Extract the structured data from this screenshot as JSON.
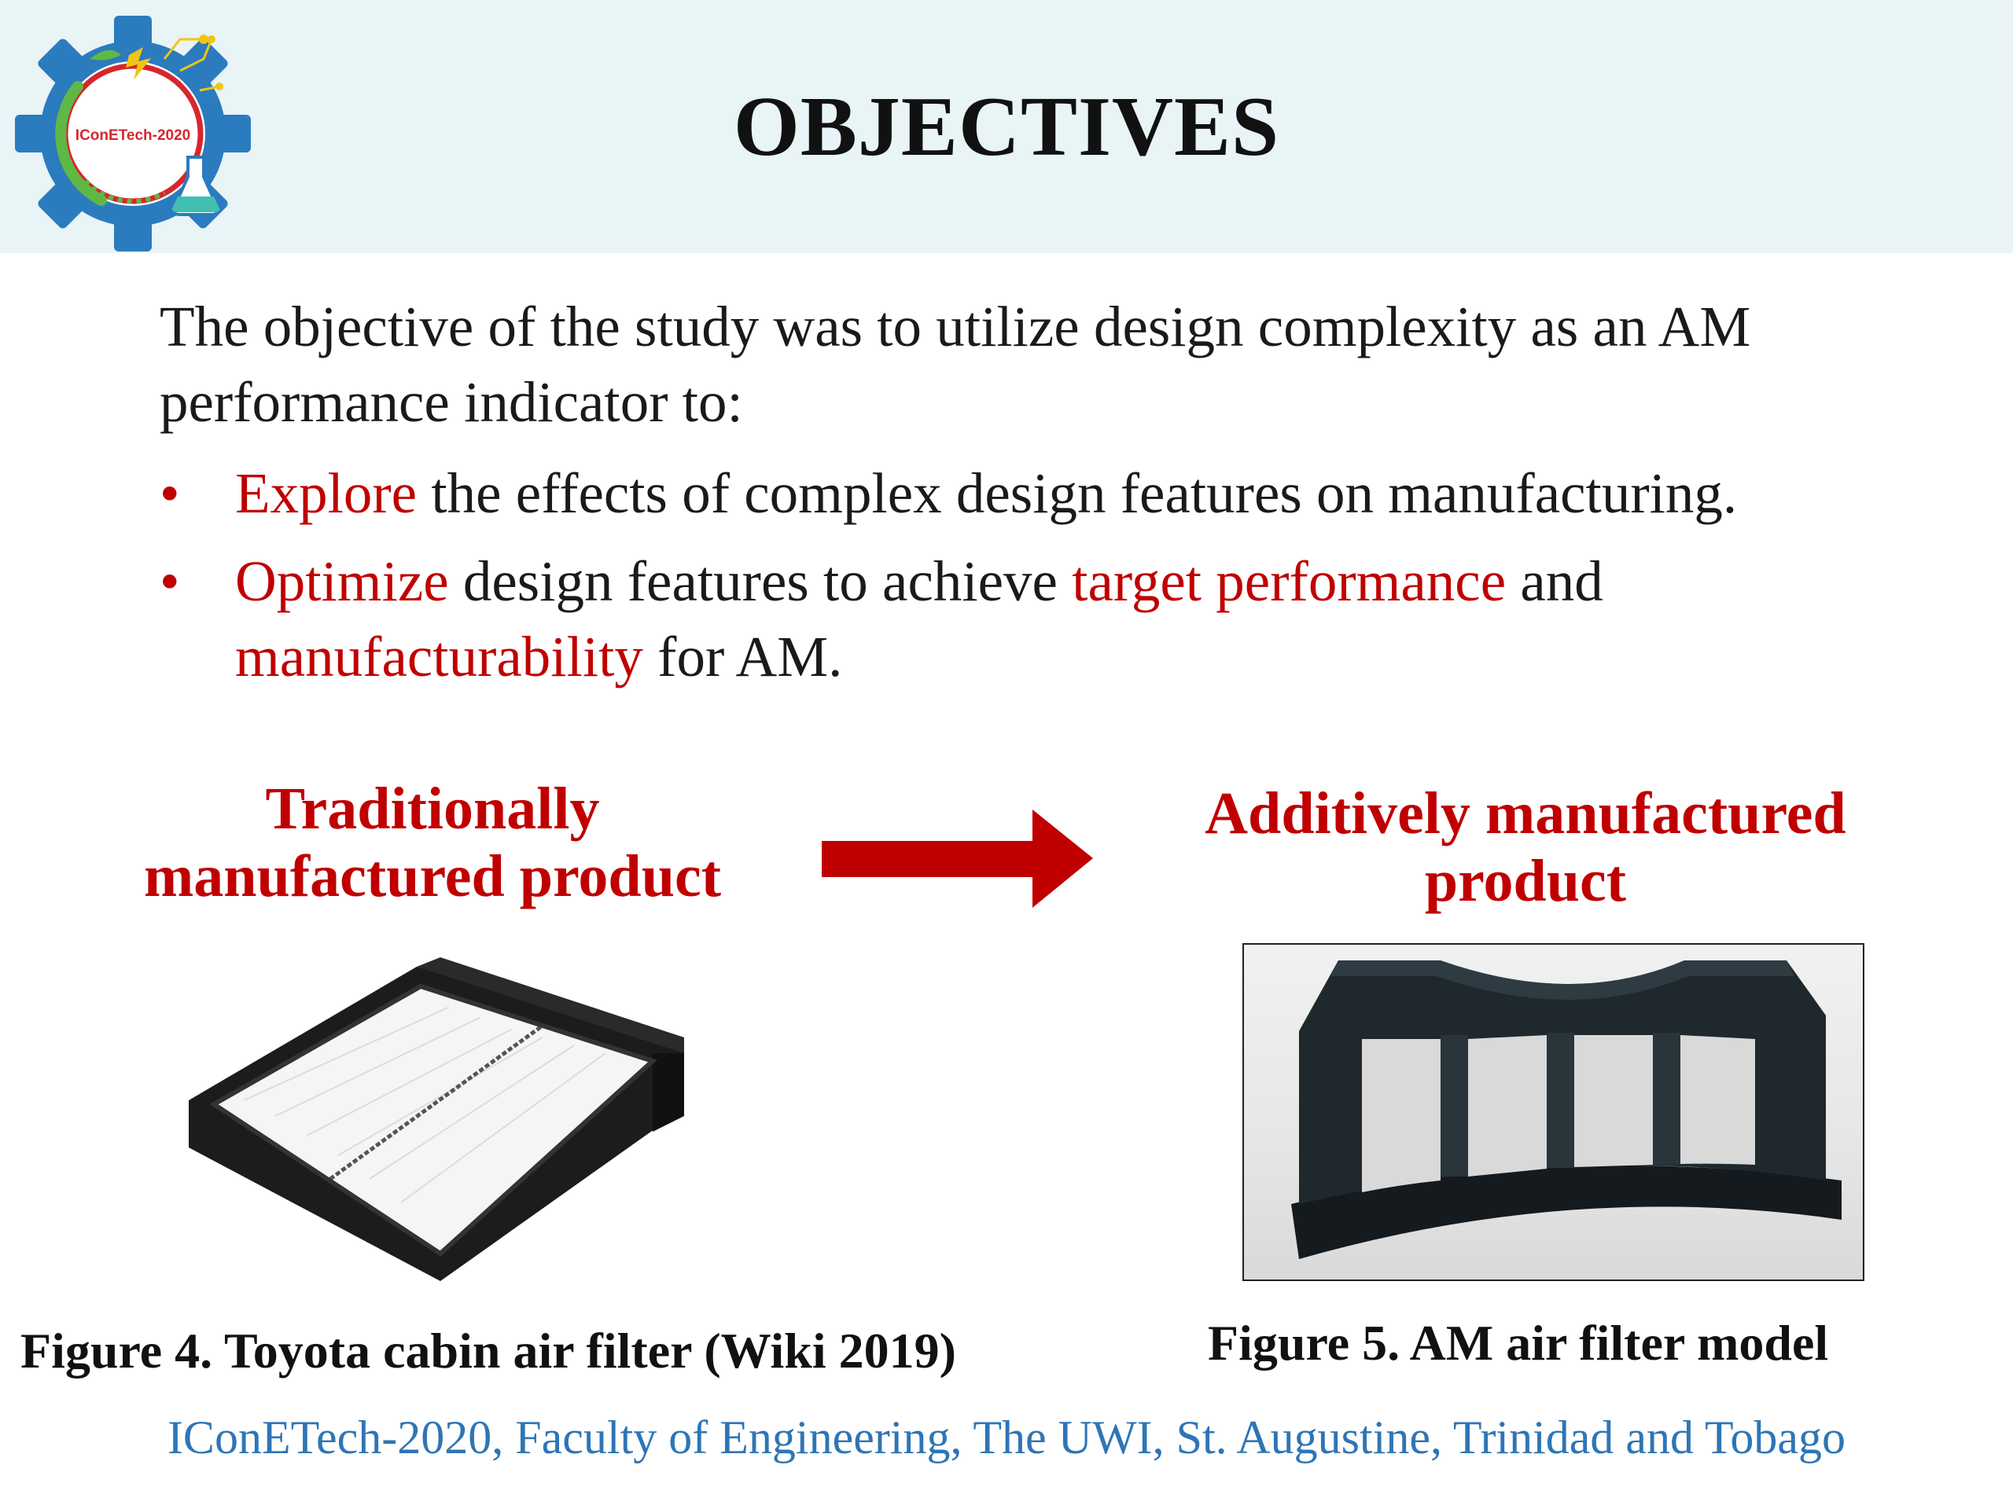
{
  "header": {
    "title": "OBJECTIVES",
    "logo_text": "IConETech-2020"
  },
  "intro": {
    "line1": "The objective of the study was to utilize design complexity as an AM",
    "line2": "performance indicator to:"
  },
  "bullets": [
    {
      "marker": "•",
      "highlight": "Explore",
      "rest": " the effects of complex design features on manufacturing."
    },
    {
      "marker": "•",
      "highlight": "Optimize",
      "mid": " design features to achieve ",
      "highlight2": "target performance",
      "mid2": " and",
      "highlight3": "manufacturability",
      "rest": " for AM."
    }
  ],
  "comparison": {
    "left_label_line1": "Traditionally",
    "left_label_line2": "manufactured product",
    "right_label_line1": "Additively manufactured",
    "right_label_line2": "product"
  },
  "figures": {
    "left_caption": "Figure 4. Toyota cabin air filter (Wiki 2019)",
    "right_caption": "Figure 5. AM air filter model"
  },
  "footer": {
    "text": "IConETech-2020, Faculty of Engineering, The UWI, St. Augustine, Trinidad and Tobago"
  },
  "colors": {
    "accent_red": "#c00000",
    "footer_blue": "#2e75b6",
    "header_band": "#e8f4f6",
    "logo_blue": "#2b7bbf"
  },
  "icons": {
    "logo": "gear-logo-icon",
    "arrow": "right-arrow-icon"
  }
}
